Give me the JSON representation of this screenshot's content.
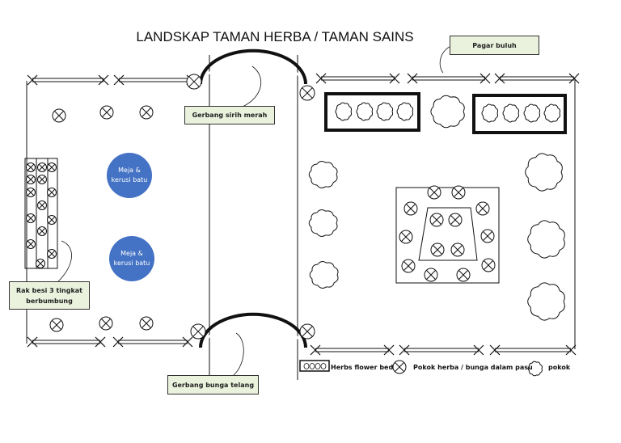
{
  "title": "LANDSKAP TAMAN HERBA / TAMAN SAINS",
  "labels": {
    "pagar_buluh": "Pagar buluh",
    "gerbang_sirih": "Gerbang sirih merah",
    "gerbang_bunga": "Gerbang bunga telang",
    "rak_line1": "Rak besi 3 tingkat",
    "rak_line2": "berbumbung",
    "meja1_line1": "Meja &",
    "meja1_line2": "kerusi batu",
    "meja2_line1": "Meja &",
    "meja2_line2": "kerusi batu"
  },
  "legend": {
    "herbs": "Herbs flower bed",
    "pokok_herba": "Pokok herba / bunga dalam pasu",
    "pokok": "pokok"
  },
  "colors": {
    "table_blue": "#4472c4",
    "callout_fill": "#eaf1dd",
    "line": "#111111"
  }
}
